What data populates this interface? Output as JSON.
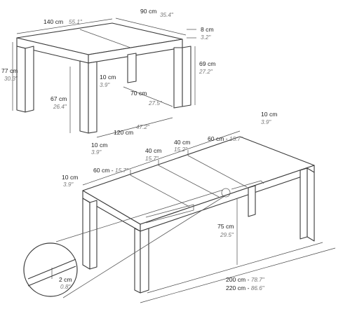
{
  "top": {
    "length": {
      "cm": "140 cm",
      "in": "55.1\""
    },
    "depth": {
      "cm": "90 cm",
      "in": "35.4\""
    },
    "top_thickness": {
      "cm": "8 cm",
      "in": "3.2\""
    },
    "height": {
      "cm": "77 cm",
      "in": "30.3\""
    },
    "under_height": {
      "cm": "69 cm",
      "in": "27.2\""
    },
    "leg_gap": {
      "cm": "67 cm",
      "in": "26.4\""
    },
    "leg_side": {
      "cm": "10 cm",
      "in": "3.9\""
    },
    "inner_depth": {
      "cm": "70 cm",
      "in": "27.5\""
    },
    "inner_length": {
      "cm": "120 cm",
      "in": "47.2\""
    },
    "leg_width_bottom": {
      "cm": "10 cm",
      "in": "3.9\""
    }
  },
  "bottom": {
    "end_left": {
      "cm": "10 cm",
      "in": "3.9\""
    },
    "end_right": {
      "cm": "10 cm",
      "in": "3.9\""
    },
    "sections": [
      {
        "cm": "60 cm",
        "sep": " - ",
        "in": "15.7\""
      },
      {
        "cm": "40 cm",
        "in": "15.7\""
      },
      {
        "cm": "40 cm",
        "in": "15.2\""
      },
      {
        "cm": "60 cm",
        "sep": " - ",
        "in": "15.7\""
      }
    ],
    "height": {
      "cm": "75 cm",
      "in": "29.5\""
    },
    "inner_length": {
      "cm": "200 cm",
      "in": "78.7\""
    },
    "total_length": {
      "cm": "220 cm",
      "in": "86.6\""
    },
    "detail_gap": {
      "cm": "2 cm",
      "in": "0.8\""
    }
  }
}
